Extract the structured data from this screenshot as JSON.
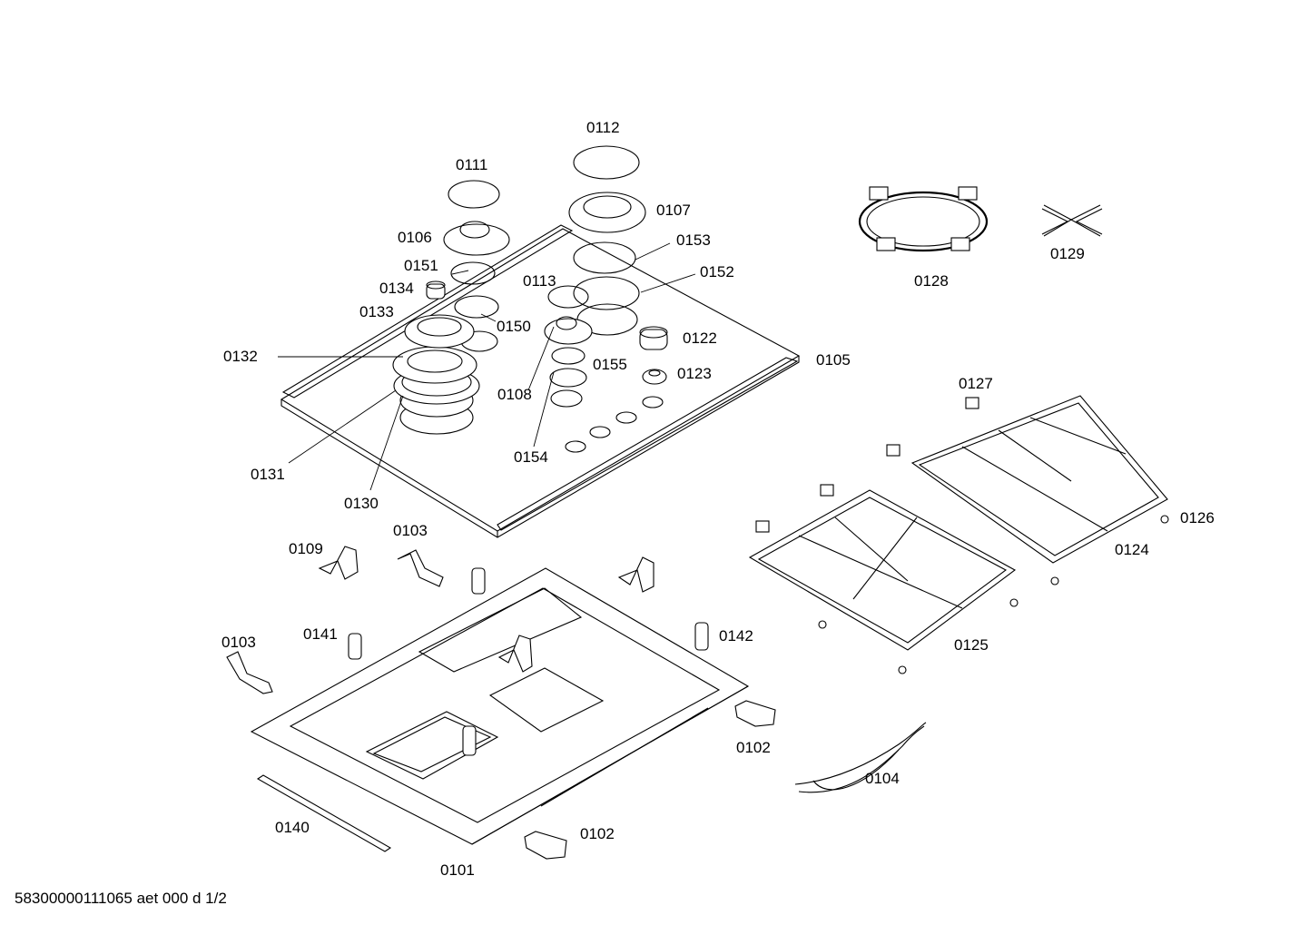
{
  "labels": {
    "p0112": "0112",
    "p0111": "0111",
    "p0107": "0107",
    "p0106": "0106",
    "p0153": "0153",
    "p0151": "0151",
    "p0152": "0152",
    "p0134": "0134",
    "p0113": "0113",
    "p0133": "0133",
    "p0150": "0150",
    "p0122": "0122",
    "p0132": "0132",
    "p0105": "0105",
    "p0155": "0155",
    "p0123": "0123",
    "p0108": "0108",
    "p0154": "0154",
    "p0131": "0131",
    "p0130": "0130",
    "p0128": "0128",
    "p0129": "0129",
    "p0127": "0127",
    "p0126": "0126",
    "p0124": "0124",
    "p0125": "0125",
    "p0109": "0109",
    "p0103a": "0103",
    "p0103b": "0103",
    "p0141": "0141",
    "p0142": "0142",
    "p0102a": "0102",
    "p0102b": "0102",
    "p0104": "0104",
    "p0140": "0140",
    "p0101": "0101"
  },
  "footer": "58300000111065 aet 000 d 1/2"
}
